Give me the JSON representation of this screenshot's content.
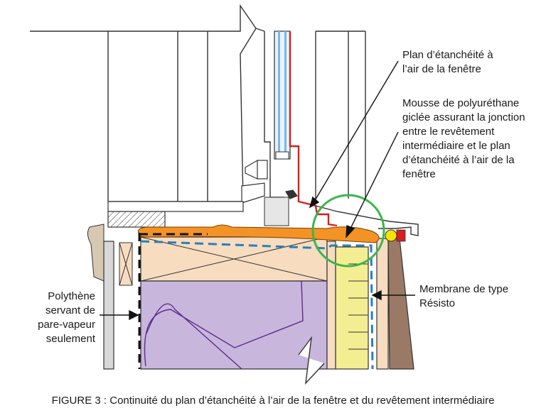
{
  "labels": {
    "window_air_plane": "Plan d’étanchéité à\nl’air de la fenêtre",
    "spray_foam": "Mousse de polyuréthane\ngiclée assurant la jonction\nentre le revêtement\nintermédiaire et le plan\nd’étanchéité à l’air de la\nfenêtre",
    "membrane": "Membrane de type\nRésisto",
    "polyethylene": "Polythène\nservant de\npare-vapeur\nseulement"
  },
  "caption": "FIGURE 3 : Continuité du plan d’étanchéité à l’air de la fenêtre et du revêtement intermédiaire",
  "colors": {
    "air_barrier": "#d81e1e",
    "foam": "#f39325",
    "insulation": "#c9b6dc",
    "sheathing": "#f7dcc0",
    "rigid_insulation": "#f4ee93",
    "membrane": "#2b7fb8",
    "highlight_circle": "#3bb54a",
    "cladding": "#9a7a66",
    "sealant_bead": "#f6e400"
  }
}
